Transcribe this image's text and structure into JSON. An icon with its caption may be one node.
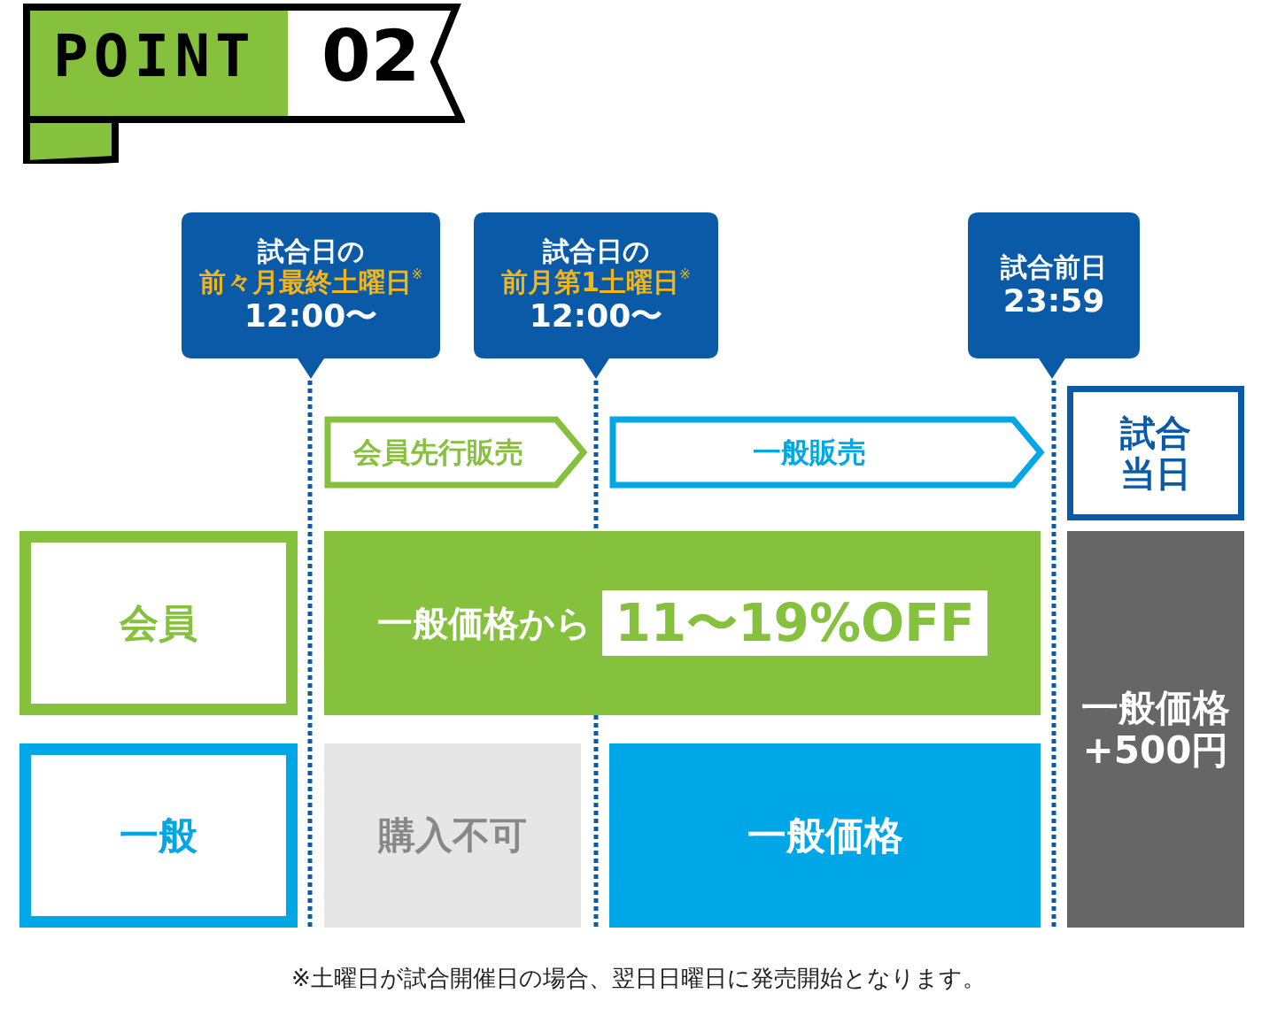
{
  "diagram": {
    "caption": "※土曜日が試合開催日の場合、翌日日曜日に発売開始となります。",
    "nodes": [
      {
        "text": [
          "POINT",
          "02"
        ]
      },
      {
        "text": [
          "試合日の",
          "前々月最終土曜日$^{※}$",
          "12:00〜"
        ]
      },
      {
        "text": [
          "試合日の",
          "前月第1土曜日$^{※}$",
          "12:00〜"
        ]
      },
      {
        "text": [
          "試合前日",
          "23:59"
        ]
      },
      {
        "text": [
          "会員先行販売"
        ]
      },
      {
        "text": [
          "一般販売"
        ]
      },
      {
        "text": [
          "試合当日"
        ]
      },
      {
        "text": [
          "会員"
        ]
      },
      {
        "text": [
          "一般価格から",
          "11〜19%OFF"
        ]
      },
      {
        "text": [
          "一般価格+500円"
        ]
      },
      {
        "text": [
          "一般"
        ]
      },
      {
        "text": [
          "購入不可"
        ]
      },
      {
        "text": [
          "一般価格"
        ]
      }
    ],
    "edges": []
  }
}
